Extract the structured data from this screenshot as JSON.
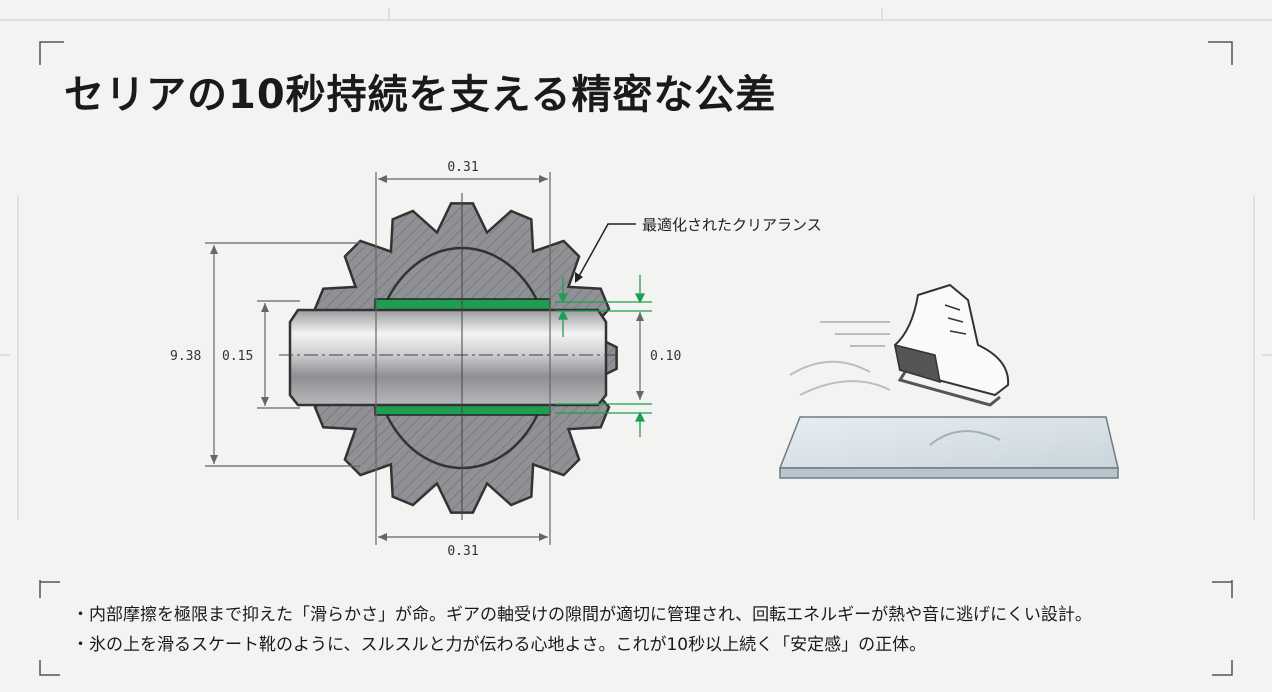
{
  "title": "セリアの10秒持続を支える精密な公差",
  "diagram": {
    "dim_top": "0.31",
    "dim_bottom": "0.31",
    "dim_outer": "9.38",
    "dim_shaft": "0.15",
    "dim_clearance": "0.10",
    "callout": "最適化されたクリアランス",
    "accent_color": "#1e9e52"
  },
  "notes": [
    "・内部摩擦を極限まで抑えた「滑らかさ」が命。ギアの軸受けの隙間が適切に管理され、回転エネルギーが熱や音に逃げにくい設計。",
    "・氷の上を滑るスケート靴のように、スルスルと力が伝わる心地よさ。これが10秒以上続く「安定感」の正体。"
  ]
}
